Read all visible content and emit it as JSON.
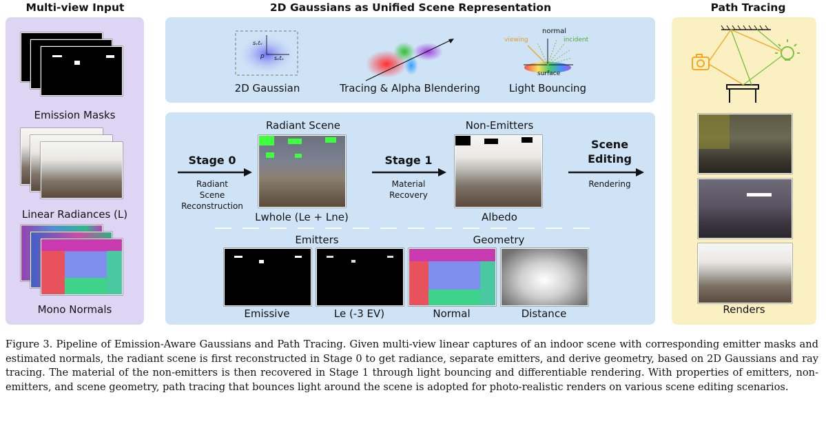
{
  "sections": {
    "multiview": "Multi-view Input",
    "gaussians": "2D Gaussians as Unified Scene Representation",
    "pathtracing": "Path Tracing"
  },
  "inputs": {
    "emission_masks": "Emission Masks",
    "linear_radiances": "Linear Radiances (L)",
    "mono_normals": "Mono Normals"
  },
  "top_icons": {
    "gaussian": "2D Gaussian",
    "tracing": "Tracing & Alpha Blendering",
    "light": "Light Bouncing",
    "gauss_su": "sᵤtᵤ",
    "gauss_sv": "sᵥtᵥ",
    "gauss_p": "p",
    "normal": "normal",
    "viewing": "viewing",
    "incident": "incident",
    "surface": "surface"
  },
  "pipeline": {
    "stage0_title": "Stage 0",
    "stage0_desc": [
      "Radiant",
      "Scene",
      "Reconstruction"
    ],
    "radiant_scene": "Radiant Scene",
    "lwhole": "Lwhole (Le + Lne)",
    "stage1_title": "Stage 1",
    "stage1_desc": [
      "Material",
      "Recovery"
    ],
    "non_emitters": "Non-Emitters",
    "albedo": "Albedo",
    "scene_editing": [
      "Scene",
      "Editing"
    ],
    "rendering": "Rendering",
    "emitters": "Emitters",
    "geometry": "Geometry",
    "emissive": "Emissive",
    "le_ev": "Le (-3 EV)",
    "normal": "Normal",
    "distance": "Distance"
  },
  "path_tracing": {
    "renders": "Renders"
  },
  "colors": {
    "blue_panel": "#cfe3f7",
    "purple_panel": "#ddd5f3",
    "yellow_panel": "#fbf0c2",
    "orange": "#f5a623",
    "green": "#7bc043"
  },
  "caption": "Figure 3.  Pipeline of Emission-Aware Gaussians and Path Tracing. Given multi-view linear captures of an indoor scene with corresponding emitter masks and estimated normals, the radiant scene is first reconstructed in Stage 0 to get radiance, separate emitters, and derive geometry, based on 2D Gaussians and ray tracing. The material of the non-emitters is then recovered in Stage 1 through light bouncing and differentiable rendering. With properties of emitters, non-emitters, and scene geometry, path tracing that bounces light around the scene is adopted for photo-realistic renders on various scene editing scenarios."
}
